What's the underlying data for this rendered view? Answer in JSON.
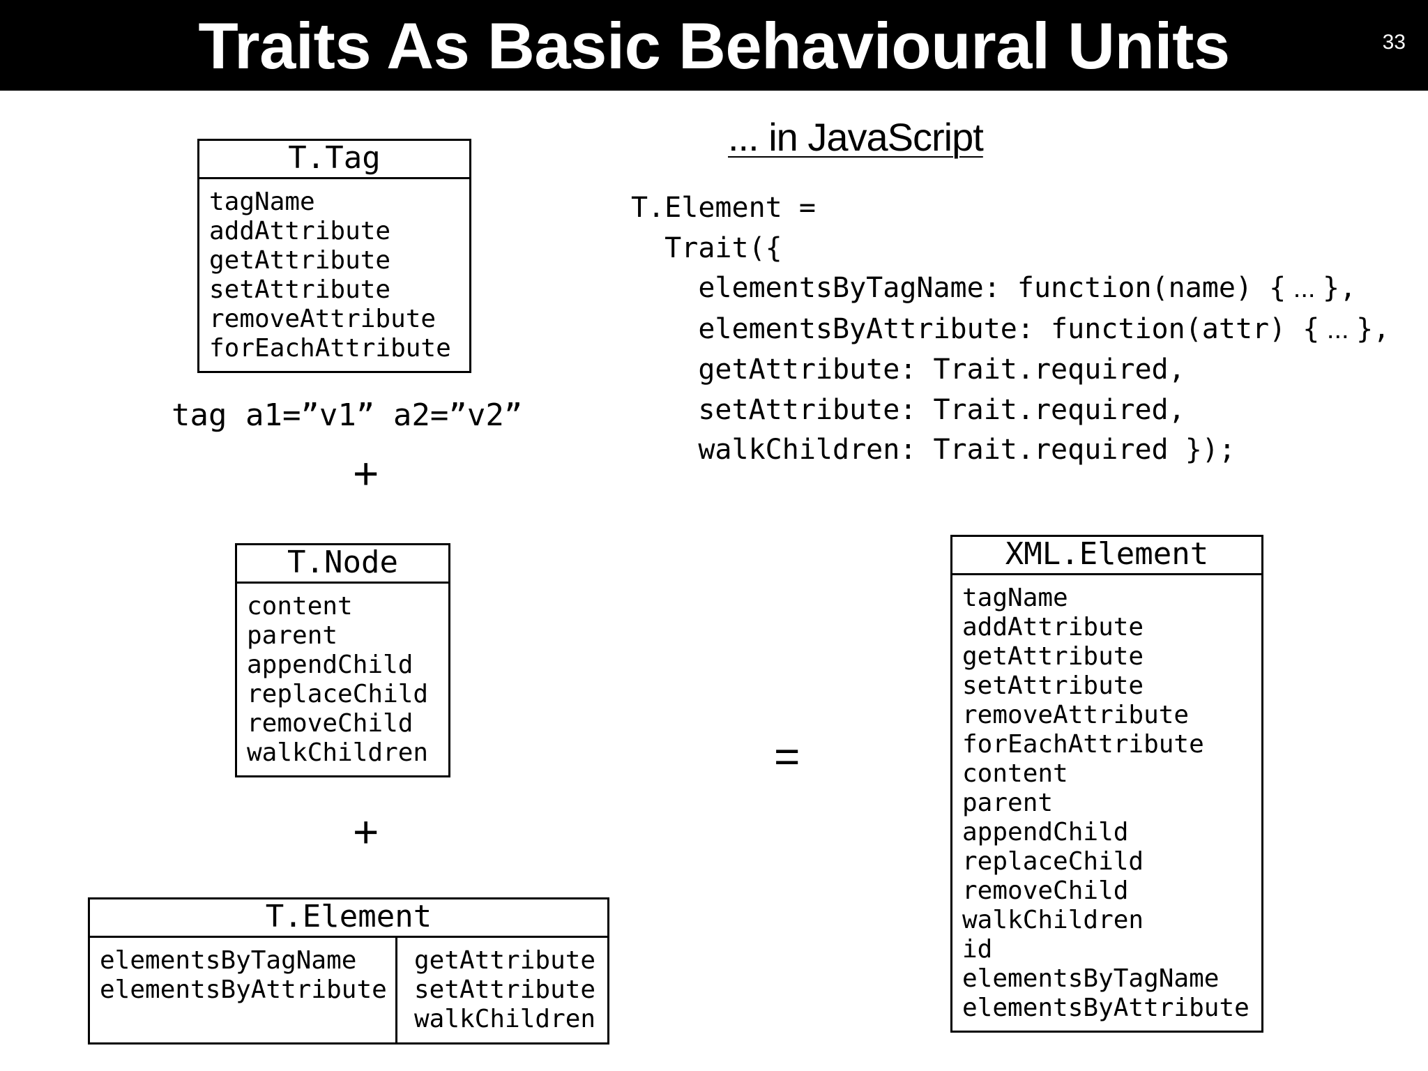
{
  "header": {
    "title": "Traits As Basic Behavioural Units",
    "slide_number": "33",
    "background": "#000000",
    "text_color": "#ffffff"
  },
  "subtitle": "... in JavaScript",
  "code": {
    "line1": "T.Element =",
    "line2": "  Trait({",
    "line3_prefix": "    elementsByTagName: function(name) {",
    "line3_ellipsis": " ... ",
    "line3_suffix": "},",
    "line4_prefix": "    elementsByAttribute: function(attr) {",
    "line4_ellipsis": " ... ",
    "line4_suffix": "},",
    "line5": "    getAttribute: Trait.required,",
    "line6": "    setAttribute: Trait.required,",
    "line7": "    walkChildren: Trait.required });"
  },
  "ttag": {
    "title": "T.Tag",
    "members": [
      "tagName",
      "addAttribute",
      "getAttribute",
      "setAttribute",
      "removeAttribute",
      "forEachAttribute"
    ]
  },
  "tag_example": "tag a1=”v1” a2=”v2”",
  "plus_symbol": "+",
  "equals_symbol": "=",
  "tnode": {
    "title": "T.Node",
    "members": [
      "content",
      "parent",
      "appendChild",
      "replaceChild",
      "removeChild",
      "walkChildren"
    ]
  },
  "telement": {
    "title": "T.Element",
    "provided": [
      "elementsByTagName",
      "elementsByAttribute"
    ],
    "required": [
      "getAttribute",
      "setAttribute",
      "walkChildren"
    ]
  },
  "xmlelement": {
    "title": "XML.Element",
    "members": [
      "tagName",
      "addAttribute",
      "getAttribute",
      "setAttribute",
      "removeAttribute",
      "forEachAttribute",
      "content",
      "parent",
      "appendChild",
      "replaceChild",
      "removeChild",
      "walkChildren",
      "id",
      "elementsByTagName",
      "elementsByAttribute"
    ]
  }
}
